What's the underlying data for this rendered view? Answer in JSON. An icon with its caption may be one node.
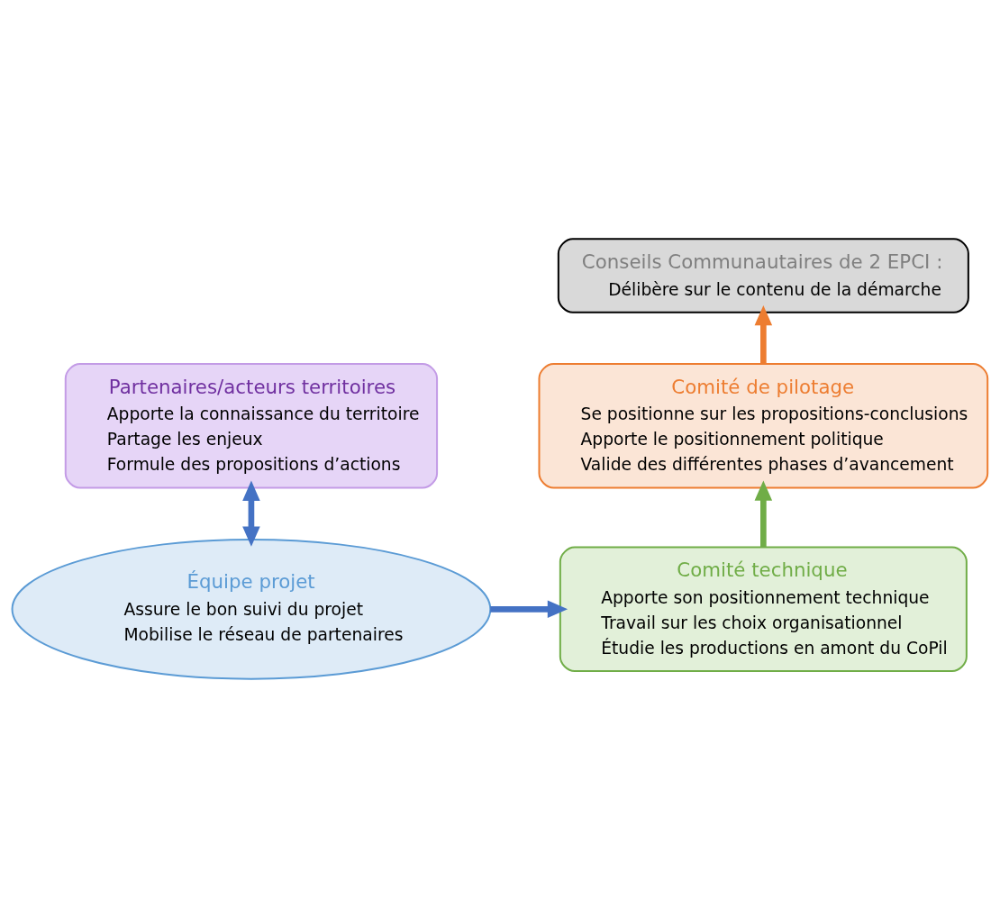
{
  "diagram": {
    "nodes": [
      {
        "text": [
          "Conseils Communautaires de 2 EPCI :",
          "Délibère sur le contenu de la démarche"
        ]
      },
      {
        "text": [
          "Partenaires/acteurs territoires",
          "Apporte la connaissance du territoire",
          "Partage les enjeux",
          "Formule des propositions d’actions"
        ]
      },
      {
        "text": [
          "Comité de pilotage",
          "Se positionne sur les propositions-conclusions",
          "Apporte le positionnement politique",
          "Valide des différentes phases d’avancement"
        ]
      },
      {
        "text": [
          "Équipe projet",
          "Assure le bon suivi du projet",
          "Mobilise le réseau de partenaires"
        ]
      },
      {
        "text": [
          "Comité technique",
          "Apporte son positionnement technique",
          "Travail sur les choix organisationnel",
          "Étudie les productions en amont du CoPil"
        ]
      }
    ],
    "edges": [
      {
        "from": 2,
        "to": 0,
        "arrow": "to",
        "color": "#ed7d31"
      },
      {
        "from": 4,
        "to": 2,
        "arrow": "to",
        "color": "#70ad47"
      },
      {
        "from": 3,
        "to": 1,
        "arrow": "both",
        "color": "#4472c4"
      },
      {
        "from": 3,
        "to": 4,
        "arrow": "to",
        "color": "#4472c4"
      }
    ]
  }
}
